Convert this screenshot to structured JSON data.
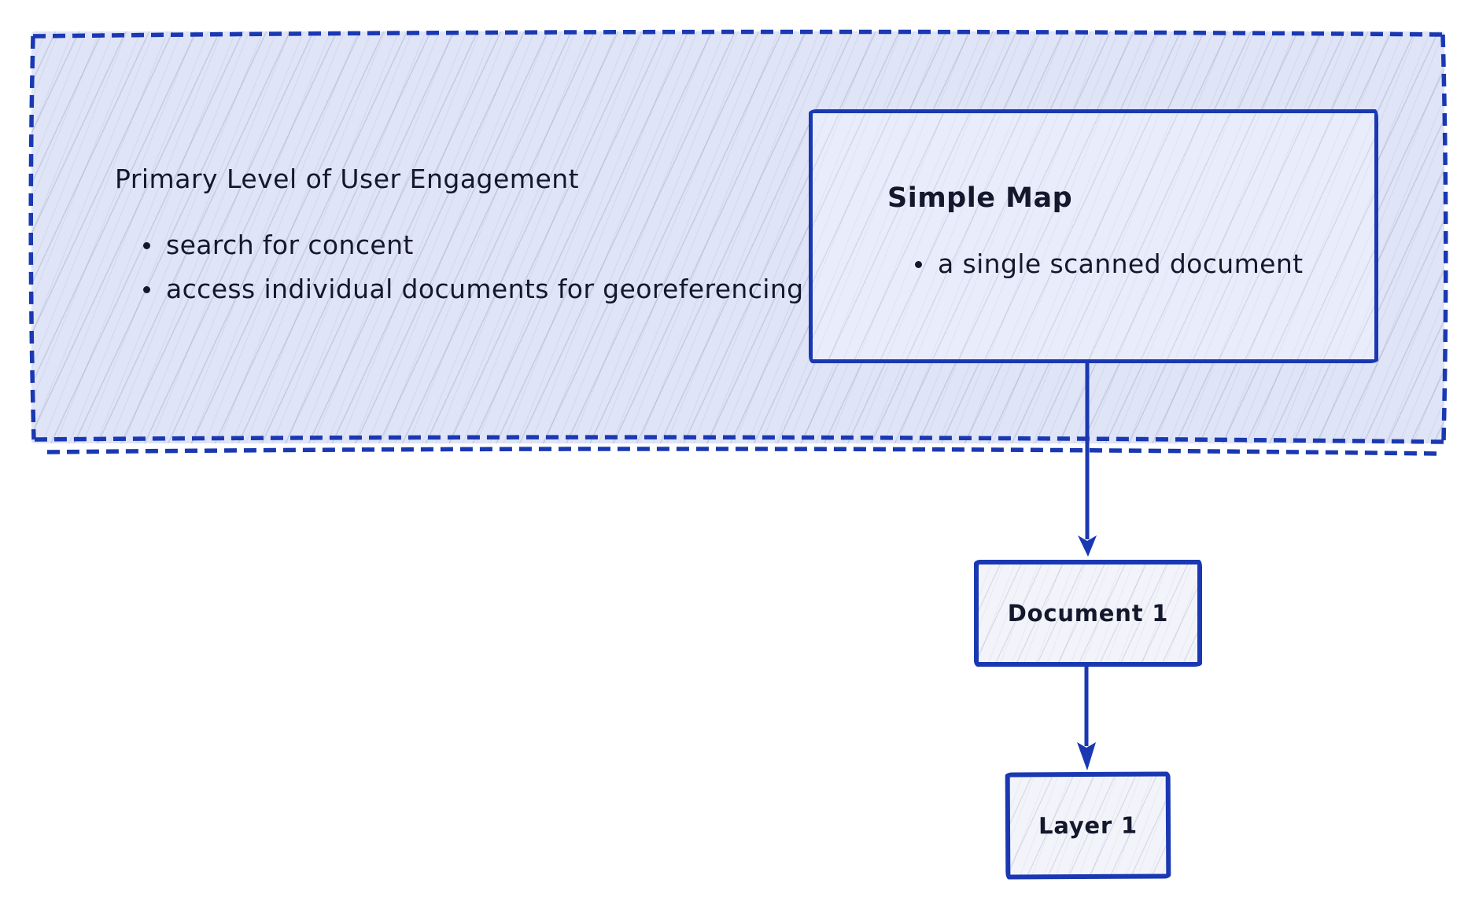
{
  "diagram": {
    "background": "#ffffff",
    "stroke_color": "#1a38b2",
    "text_color": "#14182c"
  },
  "primary_group": {
    "title": "Primary Level of User Engagement",
    "fill": "#dfe4f7",
    "border_style": "dashed",
    "bullets": [
      "search for concent",
      "access individual documents for georeferencing"
    ]
  },
  "simple_map": {
    "title": "Simple Map",
    "fill": "#e9ecfa",
    "bullets": [
      "a single scanned document"
    ]
  },
  "nodes": [
    {
      "label": "Document 1",
      "fill": "#f3f4fa"
    },
    {
      "label": "Layer 1",
      "fill": "#f3f4fa"
    }
  ],
  "connectors": [
    {
      "from": "simple-map-box",
      "to": "document-1-node",
      "style": "arrow-down"
    },
    {
      "from": "document-1-node",
      "to": "layer-1-node",
      "style": "arrow-down"
    }
  ]
}
